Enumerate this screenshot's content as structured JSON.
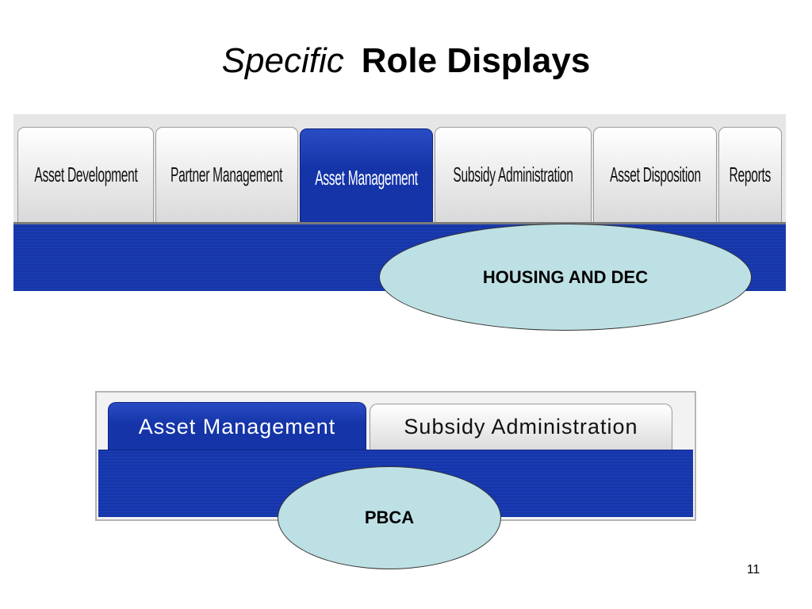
{
  "slide": {
    "title_italic": "Specific",
    "title_bold": "Role  Displays",
    "page_number": "11"
  },
  "tabbar_full": {
    "active_color": "#1434a8",
    "tabs": [
      {
        "label": "Asset Development",
        "active": false
      },
      {
        "label": "Partner Management",
        "active": false
      },
      {
        "label": "Asset Management",
        "active": true
      },
      {
        "label": "Subsidy Administration",
        "active": false
      },
      {
        "label": "Asset Disposition",
        "active": false
      },
      {
        "label": "Reports",
        "active": false
      }
    ],
    "callout": "HOUSING AND DEC"
  },
  "tabbar_pbca": {
    "tabs": [
      {
        "label": "Asset Management",
        "active": true
      },
      {
        "label": "Subsidy Administration",
        "active": false
      }
    ],
    "callout": "PBCA"
  },
  "colors": {
    "callout_fill": "#bde0e4",
    "strip_blue": "#1636a6"
  }
}
